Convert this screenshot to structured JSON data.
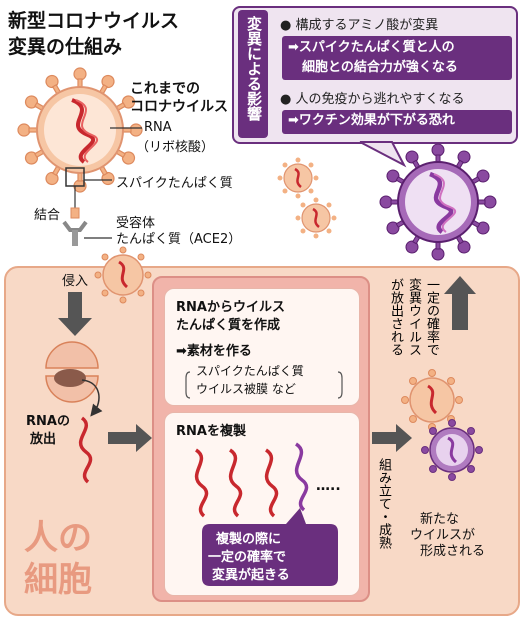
{
  "title": {
    "line1": "新型コロナウイルス",
    "line2": "変異の仕組み"
  },
  "impact": {
    "label": "変異による影響",
    "item1": "構成するアミノ酸が変異",
    "item1_result_line1": "➡スパイクたんぱく質と人の",
    "item1_result_line2": "細胞との結合力が強くなる",
    "item2": "人の免疫から逃れやすくなる",
    "item2_result": "➡ワクチン効果が下がる恐れ"
  },
  "virus_labels": {
    "old_virus_line1": "これまでの",
    "old_virus_line2": "コロナウイルス",
    "rna_line1": "RNA",
    "rna_line2": "（リボ核酸）",
    "spike": "スパイクたんぱく質",
    "binding": "結合",
    "receptor_line1": "受容体",
    "receptor_line2": "たんぱく質（ACE2）",
    "invasion": "侵入",
    "rna_release_line1": "RNAの",
    "rna_release_line2": "放出"
  },
  "cell": {
    "name_line1": "人の",
    "name_line2": "細胞",
    "protein_line1": "RNAからウイルス",
    "protein_line2": "たんぱく質を作成",
    "materials": "➡素材を作る",
    "materials_detail_line1": "スパイクたんぱく質",
    "materials_detail_line2": "ウイルス被膜 など",
    "replicate": "RNAを複製",
    "ellipsis": "…..",
    "mutation_note_line1": "複製の際に",
    "mutation_note_line2": "一定の確率で",
    "mutation_note_line3": "変異が起きる",
    "assembly": "組み立て・成熟",
    "new_virus_line1": "新たな",
    "new_virus_line2": "ウイルスが",
    "new_virus_line3": "形成される",
    "release_col1": "一定の確率で",
    "release_col2": "変異ウイルス",
    "release_col3": "が放出される"
  },
  "colors": {
    "purple": "#6a2f7e",
    "virus_orange": "#f0a070",
    "cell_bg": "#f8d9c6",
    "panel_bg": "#f1b4aa",
    "arrow_gray": "#555555",
    "rna_red": "#c8282e"
  }
}
